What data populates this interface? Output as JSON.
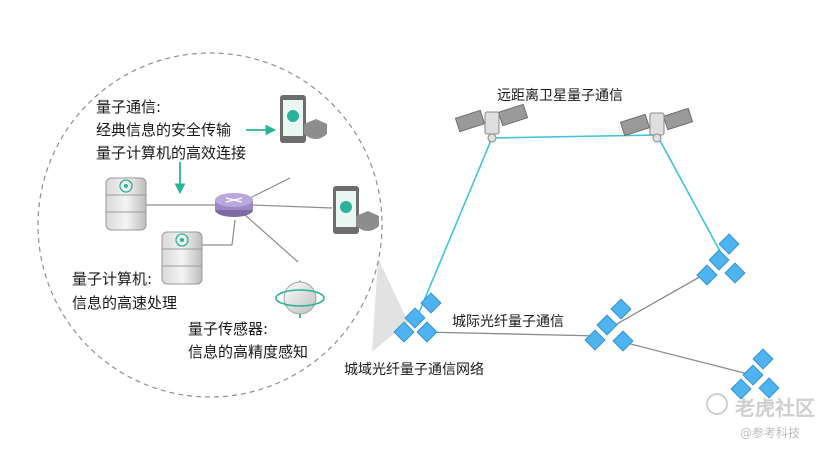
{
  "quantum_network": {
    "communication_title": "量子通信:",
    "communication_line1": "经典信息的安全传输",
    "communication_line2": "量子计算机的高效连接",
    "computer_title": "量子计算机:",
    "computer_desc": "信息的高速处理",
    "sensor_title": "量子传感器:",
    "sensor_desc": "信息的高精度感知"
  },
  "network_map": {
    "satellite_label": "远距离卫星量子通信",
    "intercity_label": "城际光纤量子通信",
    "metro_label": "城域光纤量子通信网络"
  },
  "watermark": {
    "logo_text": "老虎社区",
    "sub_text": "@参考科技"
  },
  "colors": {
    "teal_accent": "#2bb39a",
    "fiber_link": "#3fc4d8",
    "node_blue": "#4fb3ef",
    "gray_link": "#8c8c8c",
    "callout_fill": "#e2e2e2"
  }
}
